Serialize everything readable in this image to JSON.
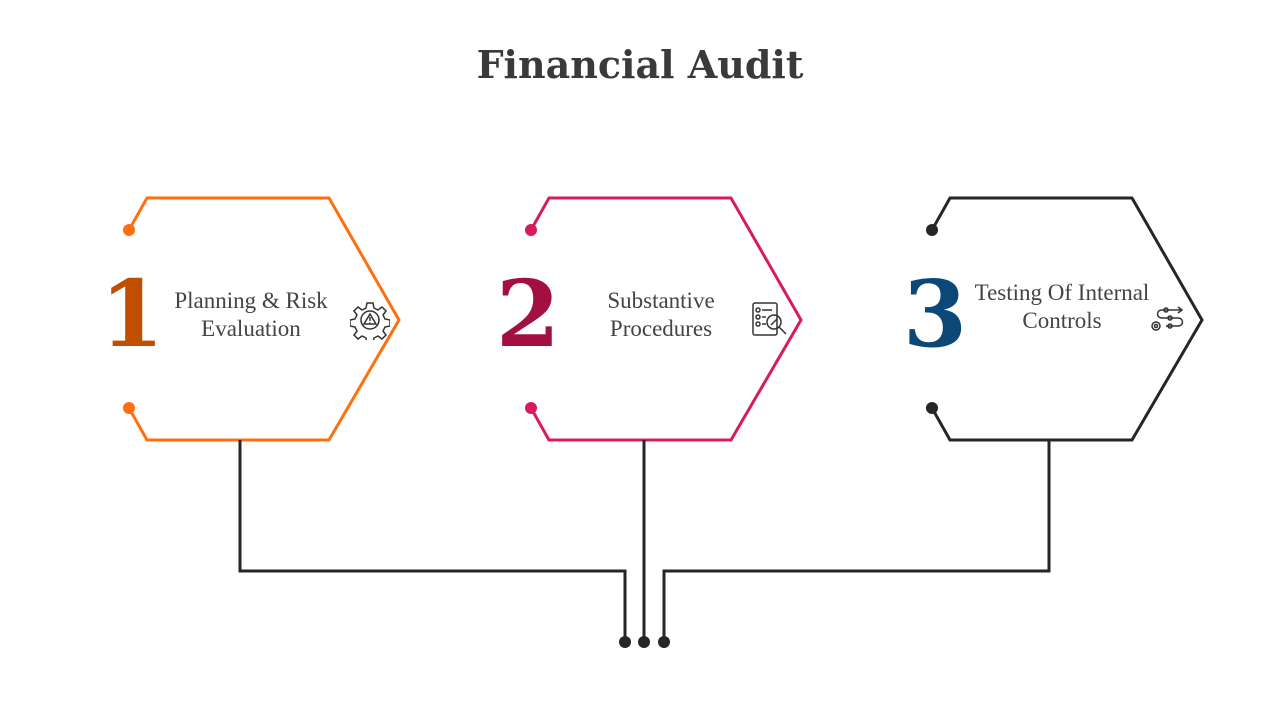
{
  "title": "Financial Audit",
  "steps": [
    {
      "number": "1",
      "label": "Planning & Risk Evaluation",
      "icon": "gear-warning-icon",
      "line_color": "#FF6F0F",
      "number_color": "#BF4E00"
    },
    {
      "number": "2",
      "label": "Substantive Procedures",
      "icon": "checklist-magnifier-icon",
      "line_color": "#D81B5A",
      "number_color": "#A3103F"
    },
    {
      "number": "3",
      "label": "Testing Of Internal Controls",
      "icon": "process-flow-gear-icon",
      "line_color": "#262626",
      "number_color": "#0B4877"
    }
  ],
  "connector_color": "#262626"
}
